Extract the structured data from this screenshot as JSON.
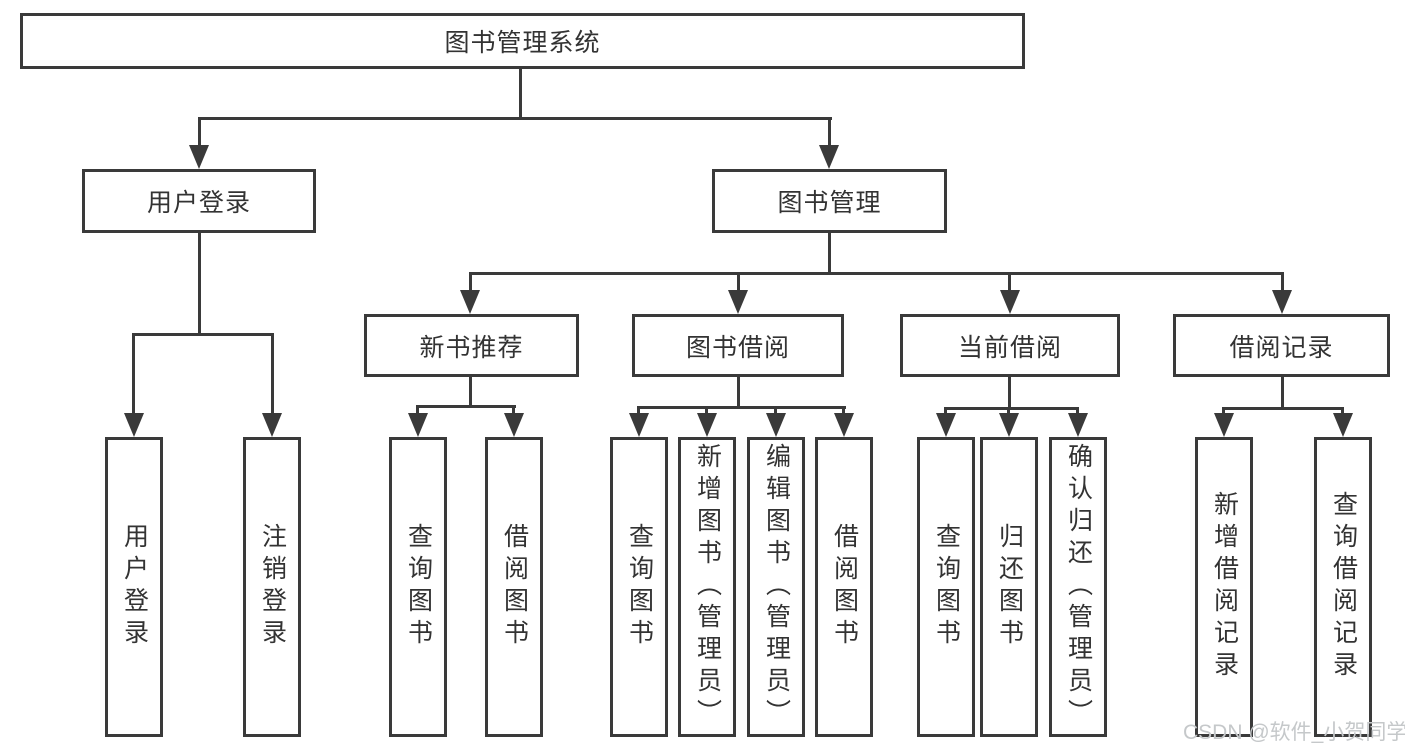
{
  "diagram": {
    "root": {
      "label": "图书管理系统"
    },
    "branches": [
      {
        "label": "用户登录",
        "children": [
          "用户登录",
          "注销登录"
        ]
      },
      {
        "label": "图书管理",
        "children": [
          {
            "label": "新书推荐",
            "children": [
              "查询图书",
              "借阅图书"
            ]
          },
          {
            "label": "图书借阅",
            "children": [
              "查询图书",
              "新增图书（管理员）",
              "编辑图书（管理员）",
              "借阅图书"
            ]
          },
          {
            "label": "当前借阅",
            "children": [
              "查询图书",
              "归还图书",
              "确认归还（管理员）"
            ]
          },
          {
            "label": "借阅记录",
            "children": [
              "新增借阅记录",
              "查询借阅记录"
            ]
          }
        ]
      }
    ],
    "watermark": "CSDN @软件_小贺同学",
    "colors": {
      "line": "#3a3a3a",
      "text": "#333333",
      "background": "#ffffff",
      "watermark": "#c5c8ca"
    }
  }
}
